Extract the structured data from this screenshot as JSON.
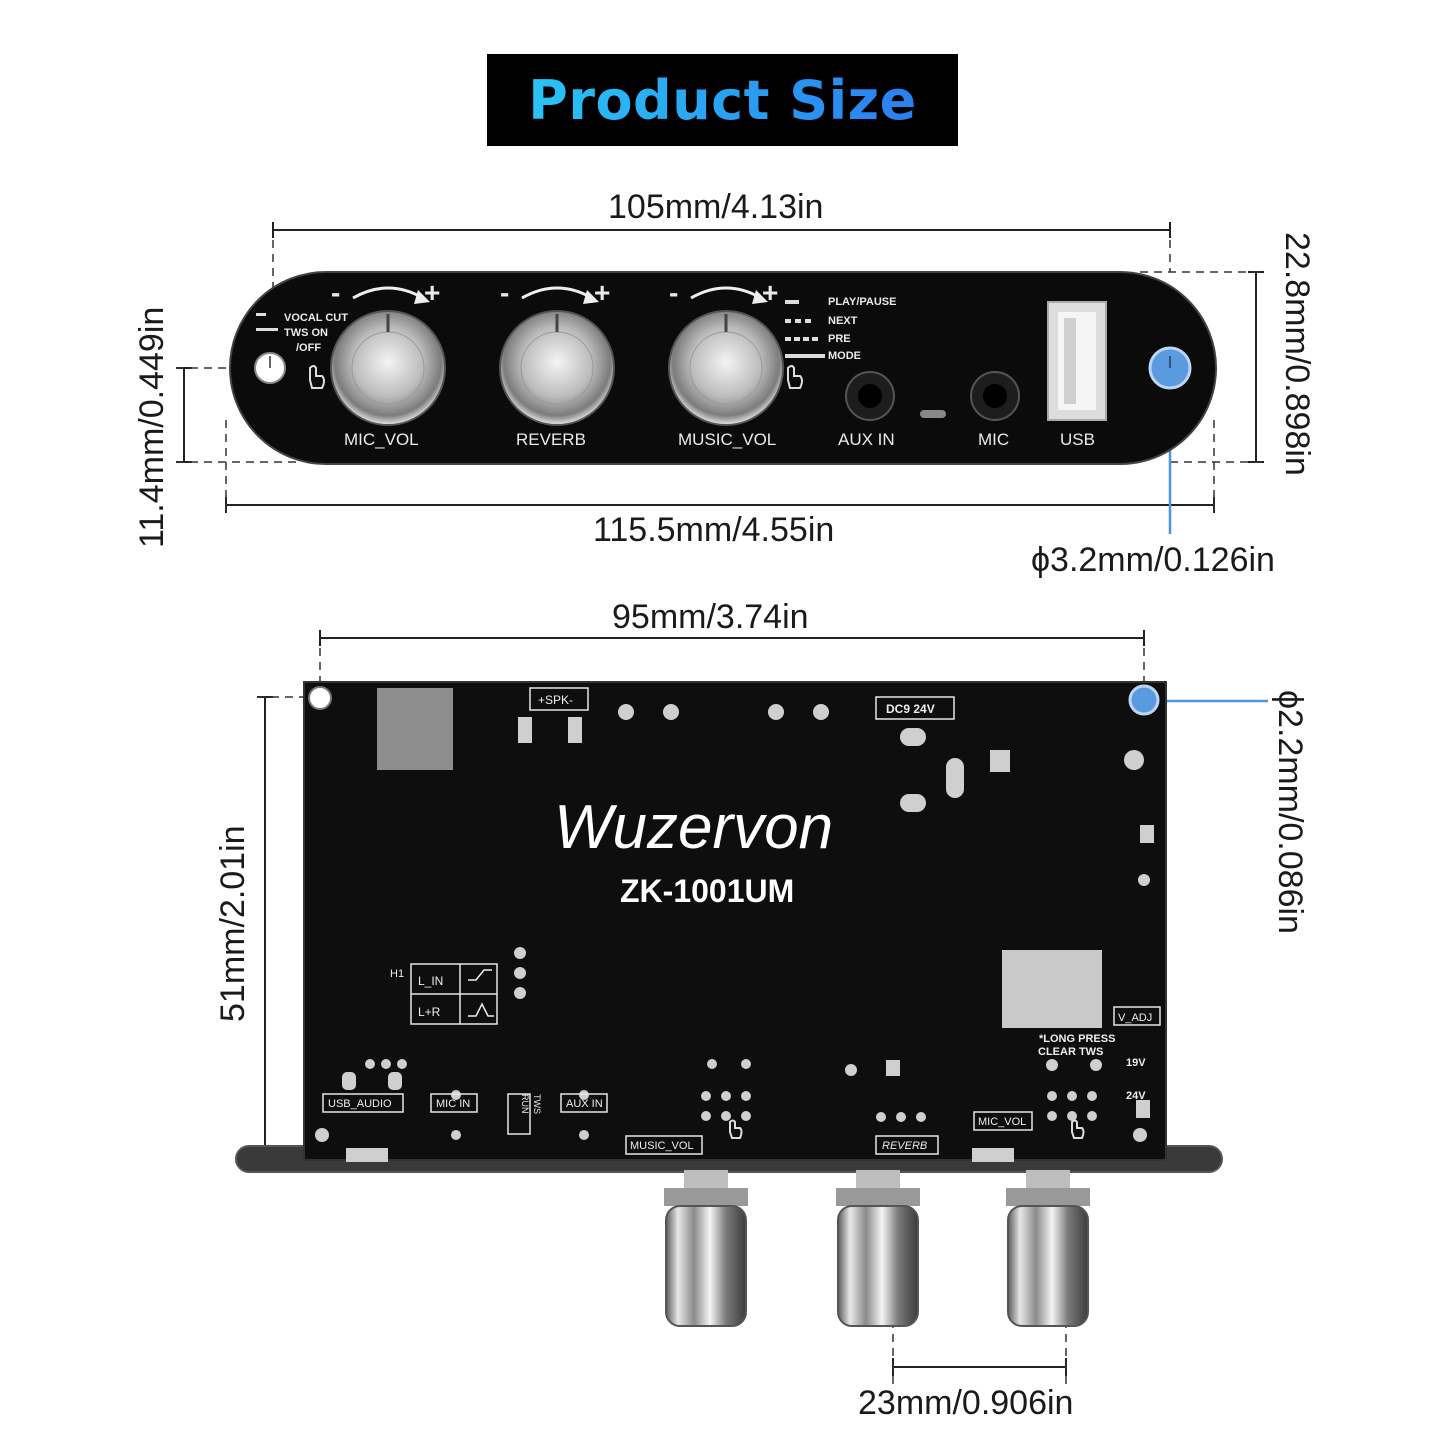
{
  "title": "Product Size",
  "front_view": {
    "dimensions": {
      "top_width": "105mm/4.13in",
      "bottom_width": "115.5mm/4.55in",
      "right_height": "22.8mm/0.898in",
      "left_height": "11.4mm/0.449in",
      "hole_diameter": "ϕ3.2mm/0.126in"
    },
    "labels": {
      "mic_vol": "MIC_VOL",
      "reverb": "REVERB",
      "music_vol": "MUSIC_VOL",
      "aux_in": "AUX IN",
      "mic": "MIC",
      "usb": "USB",
      "vocal_cut": "VOCAL CUT",
      "tws_on": "TWS ON",
      "off": "/OFF",
      "play_pause": "PLAY/PAUSE",
      "next": "NEXT",
      "pre": "PRE",
      "mode": "MODE",
      "minus": "-",
      "plus": "+"
    }
  },
  "back_view": {
    "dimensions": {
      "top_width": "95mm/3.74in",
      "left_height": "51mm/2.01in",
      "hole_diameter": "ϕ2.2mm/0.086in",
      "knob_spacing": "23mm/0.906in"
    },
    "labels": {
      "brand": "Wuzervon",
      "model": "ZK-1001UM",
      "spk": "+SPK-",
      "dc": "DC9 24V",
      "h1": "H1",
      "l_in": "L_IN",
      "l_r": "L+R",
      "v_adj": "V_ADJ",
      "long_press": "*LONG PRESS",
      "clear_tws": "CLEAR TWS",
      "v19": "19V",
      "v24": "24V",
      "usb_audio": "USB_AUDIO",
      "mic_in": "MIC IN",
      "tws": "TWS",
      "run": "RUN",
      "aux_in": "AUX IN",
      "music_vol": "MUSIC_VOL",
      "reverb": "REVERB",
      "mic_vol": "MIC_VOL"
    }
  },
  "colors": {
    "title_bg": "#000000",
    "title_gradient_start": "#29c4f5",
    "title_gradient_end": "#2b7ff0",
    "hole_highlight": "#4d94dc",
    "board": "#0e0e0e"
  }
}
